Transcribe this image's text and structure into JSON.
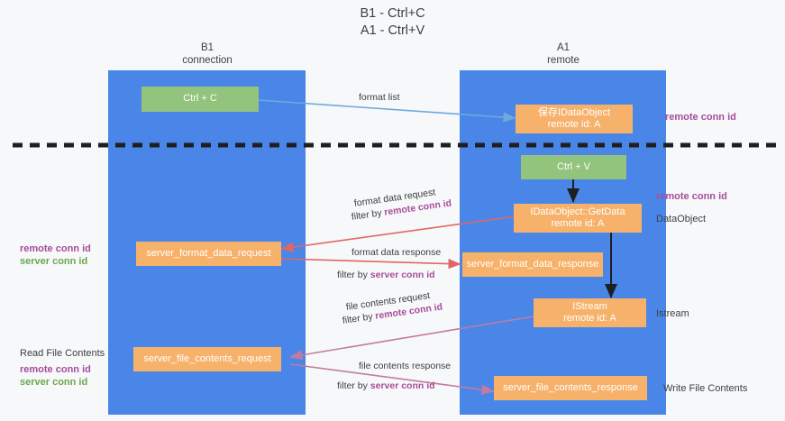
{
  "title": "B1 - Ctrl+C\nA1 - Ctrl+V",
  "colors": {
    "lane": "#4a86e8",
    "green_box": "#93c47d",
    "orange_box": "#f6b26b",
    "remote_conn_id": "#a64d9a",
    "server_conn_id": "#6aa84f",
    "arrow_blue": "#6fa8dc",
    "arrow_red": "#e06666",
    "arrow_purple": "#c27ba0",
    "arrow_black": "#1f1f1f",
    "divider": "#1f1f1f",
    "text": "#3c4043",
    "background": "#f7f8fa"
  },
  "lanes": [
    {
      "name": "left-lane",
      "title": "B1\nconnection"
    },
    {
      "name": "right-lane",
      "title": "A1\nremote"
    }
  ],
  "nodes": {
    "ctrl_c": "Ctrl + C",
    "store_dataobject": "保存IDataObject\nremote id: A",
    "ctrl_v": "Ctrl + V",
    "getdata": "IDataObject::GetData\nremote id: A",
    "server_format_data_request": "server_format_data_request",
    "server_format_data_response": "server_format_data_response",
    "istream": "IStream\nremote id: A",
    "server_file_contents_request": "server_file_contents_request",
    "server_file_contents_response": "server_file_contents_response"
  },
  "edge_labels": {
    "format_list": "format list",
    "format_data_request": "format data request",
    "format_data_response": "format data response",
    "file_contents_request": "file contents request",
    "file_contents_response": "file contents response",
    "filter_by": "filter by ",
    "remote_conn_id": "remote conn id",
    "server_conn_id": "server conn id"
  },
  "annotations": {
    "right_remote_conn_id_top": "remote conn id",
    "right_remote_conn_id_mid": "remote conn id",
    "right_dataobject": "DataObject",
    "right_istream": "Istream",
    "right_write_file_contents": "Write File Contents",
    "left_remote_conn_id": "remote conn id",
    "left_server_conn_id": "server conn id",
    "left_read_file_contents": "Read File Contents",
    "left_remote_conn_id_2": "remote conn id",
    "left_server_conn_id_2": "server conn id"
  }
}
